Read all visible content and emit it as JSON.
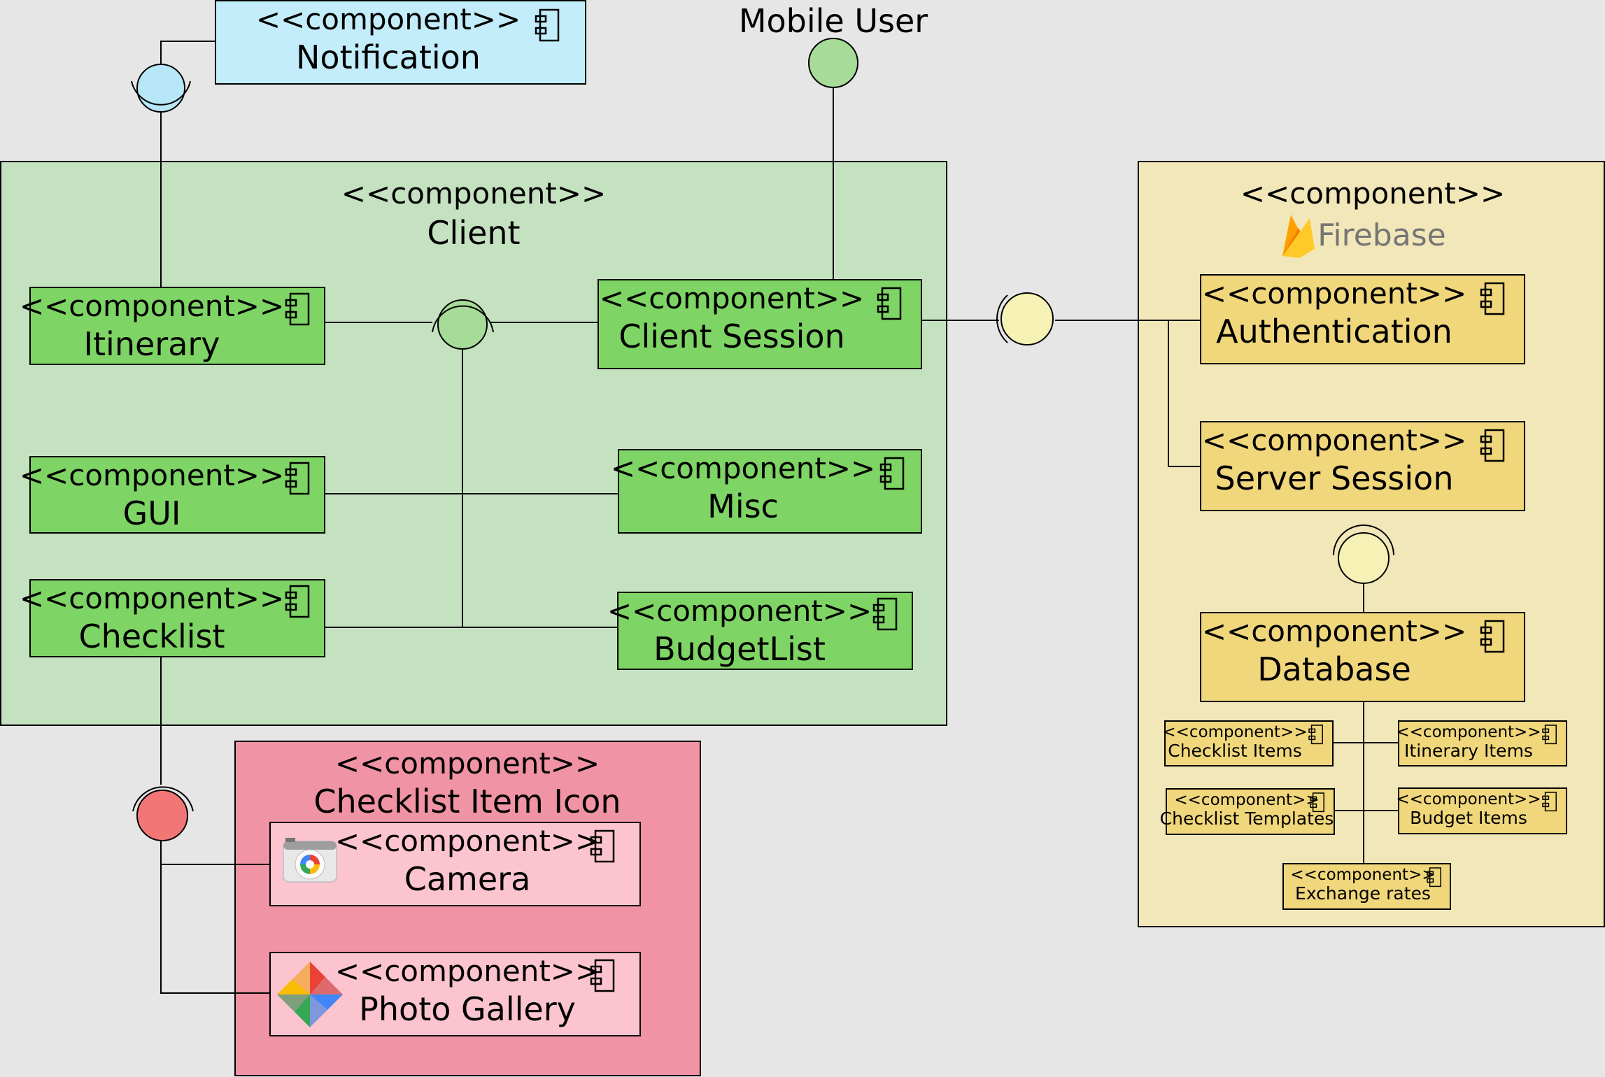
{
  "stereotype": "<<component>>",
  "colors": {
    "background": "#e6e6e6",
    "client_fill": "#c5e2c0",
    "client_component": "#7ed464",
    "firebase_fill": "#f2e7b9",
    "firebase_component": "#f1d77b",
    "icon_group_fill": "#f093a4",
    "icon_component": "#fbc4cf",
    "notification_fill": "#c3edfa",
    "interface_green": "#a6dc97",
    "interface_blue": "#b7e6f6",
    "interface_yellow": "#f6f1b5",
    "interface_red": "#f37676"
  },
  "actors": {
    "mobile_user": "Mobile User"
  },
  "containers": {
    "client": {
      "name": "Client"
    },
    "firebase": {
      "name": "Firebase"
    },
    "checklist_item_icon": {
      "name": "Checklist Item Icon"
    }
  },
  "components": {
    "notification": {
      "name": "Notification"
    },
    "itinerary": {
      "name": "Itinerary"
    },
    "client_session": {
      "name": "Client Session"
    },
    "gui": {
      "name": "GUI"
    },
    "misc": {
      "name": "Misc"
    },
    "checklist": {
      "name": "Checklist"
    },
    "budgetlist": {
      "name": "BudgetList"
    },
    "authentication": {
      "name": "Authentication"
    },
    "server_session": {
      "name": "Server Session"
    },
    "database": {
      "name": "Database"
    },
    "camera": {
      "name": "Camera",
      "icon": "camera-app-icon"
    },
    "photo_gallery": {
      "name": "Photo Gallery",
      "icon": "photos-pinwheel-icon"
    }
  },
  "database_items": {
    "checklist_items": {
      "name": "Checklist Items"
    },
    "itinerary_items": {
      "name": "Itinerary Items"
    },
    "checklist_templates": {
      "name": "Checklist Templates"
    },
    "budget_items": {
      "name": "Budget Items"
    },
    "exchange_rates": {
      "name": "Exchange rates"
    }
  }
}
